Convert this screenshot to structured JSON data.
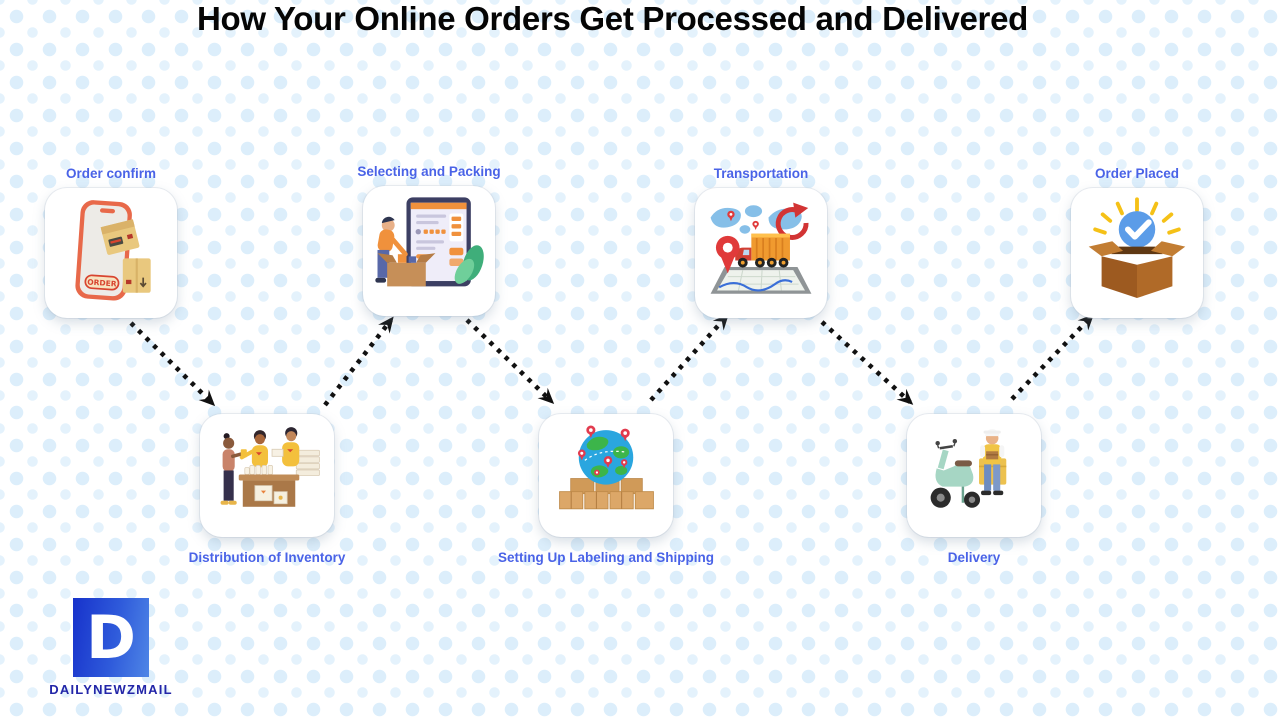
{
  "title": "How Your Online Orders Get Processed and Delivered",
  "steps": [
    {
      "id": "order-confirm",
      "label": "Order confirm",
      "position": "top",
      "icon": "phone-order-icon"
    },
    {
      "id": "distribution-of-inventory",
      "label": "Distribution of Inventory",
      "position": "bottom",
      "icon": "warehouse-people-icon"
    },
    {
      "id": "selecting-and-packing",
      "label": "Selecting and Packing",
      "position": "top",
      "icon": "packing-checklist-icon"
    },
    {
      "id": "setting-up-labeling-and-shipping",
      "label": "Setting Up Labeling and Shipping",
      "position": "bottom",
      "icon": "globe-boxes-icon"
    },
    {
      "id": "transportation",
      "label": "Transportation",
      "position": "top",
      "icon": "truck-map-icon"
    },
    {
      "id": "delivery",
      "label": "Delivery",
      "position": "bottom",
      "icon": "scooter-courier-icon"
    },
    {
      "id": "order-placed",
      "label": "Order Placed",
      "position": "top",
      "icon": "box-check-icon"
    }
  ],
  "connector": {
    "style": "dotted",
    "color": "#111111",
    "arrowhead": "solid-chevron"
  },
  "brand": {
    "logo_letter": "D",
    "name": "DAILYNEWZMAIL"
  },
  "colors": {
    "label_blue": "#4a63e7",
    "title_black": "#050505",
    "background_dot": "#dceefb",
    "card_background": "#ffffff",
    "logo_gradient_start": "#1732cb",
    "logo_gradient_end": "#4f86e6",
    "logo_text": "#2326a8"
  }
}
